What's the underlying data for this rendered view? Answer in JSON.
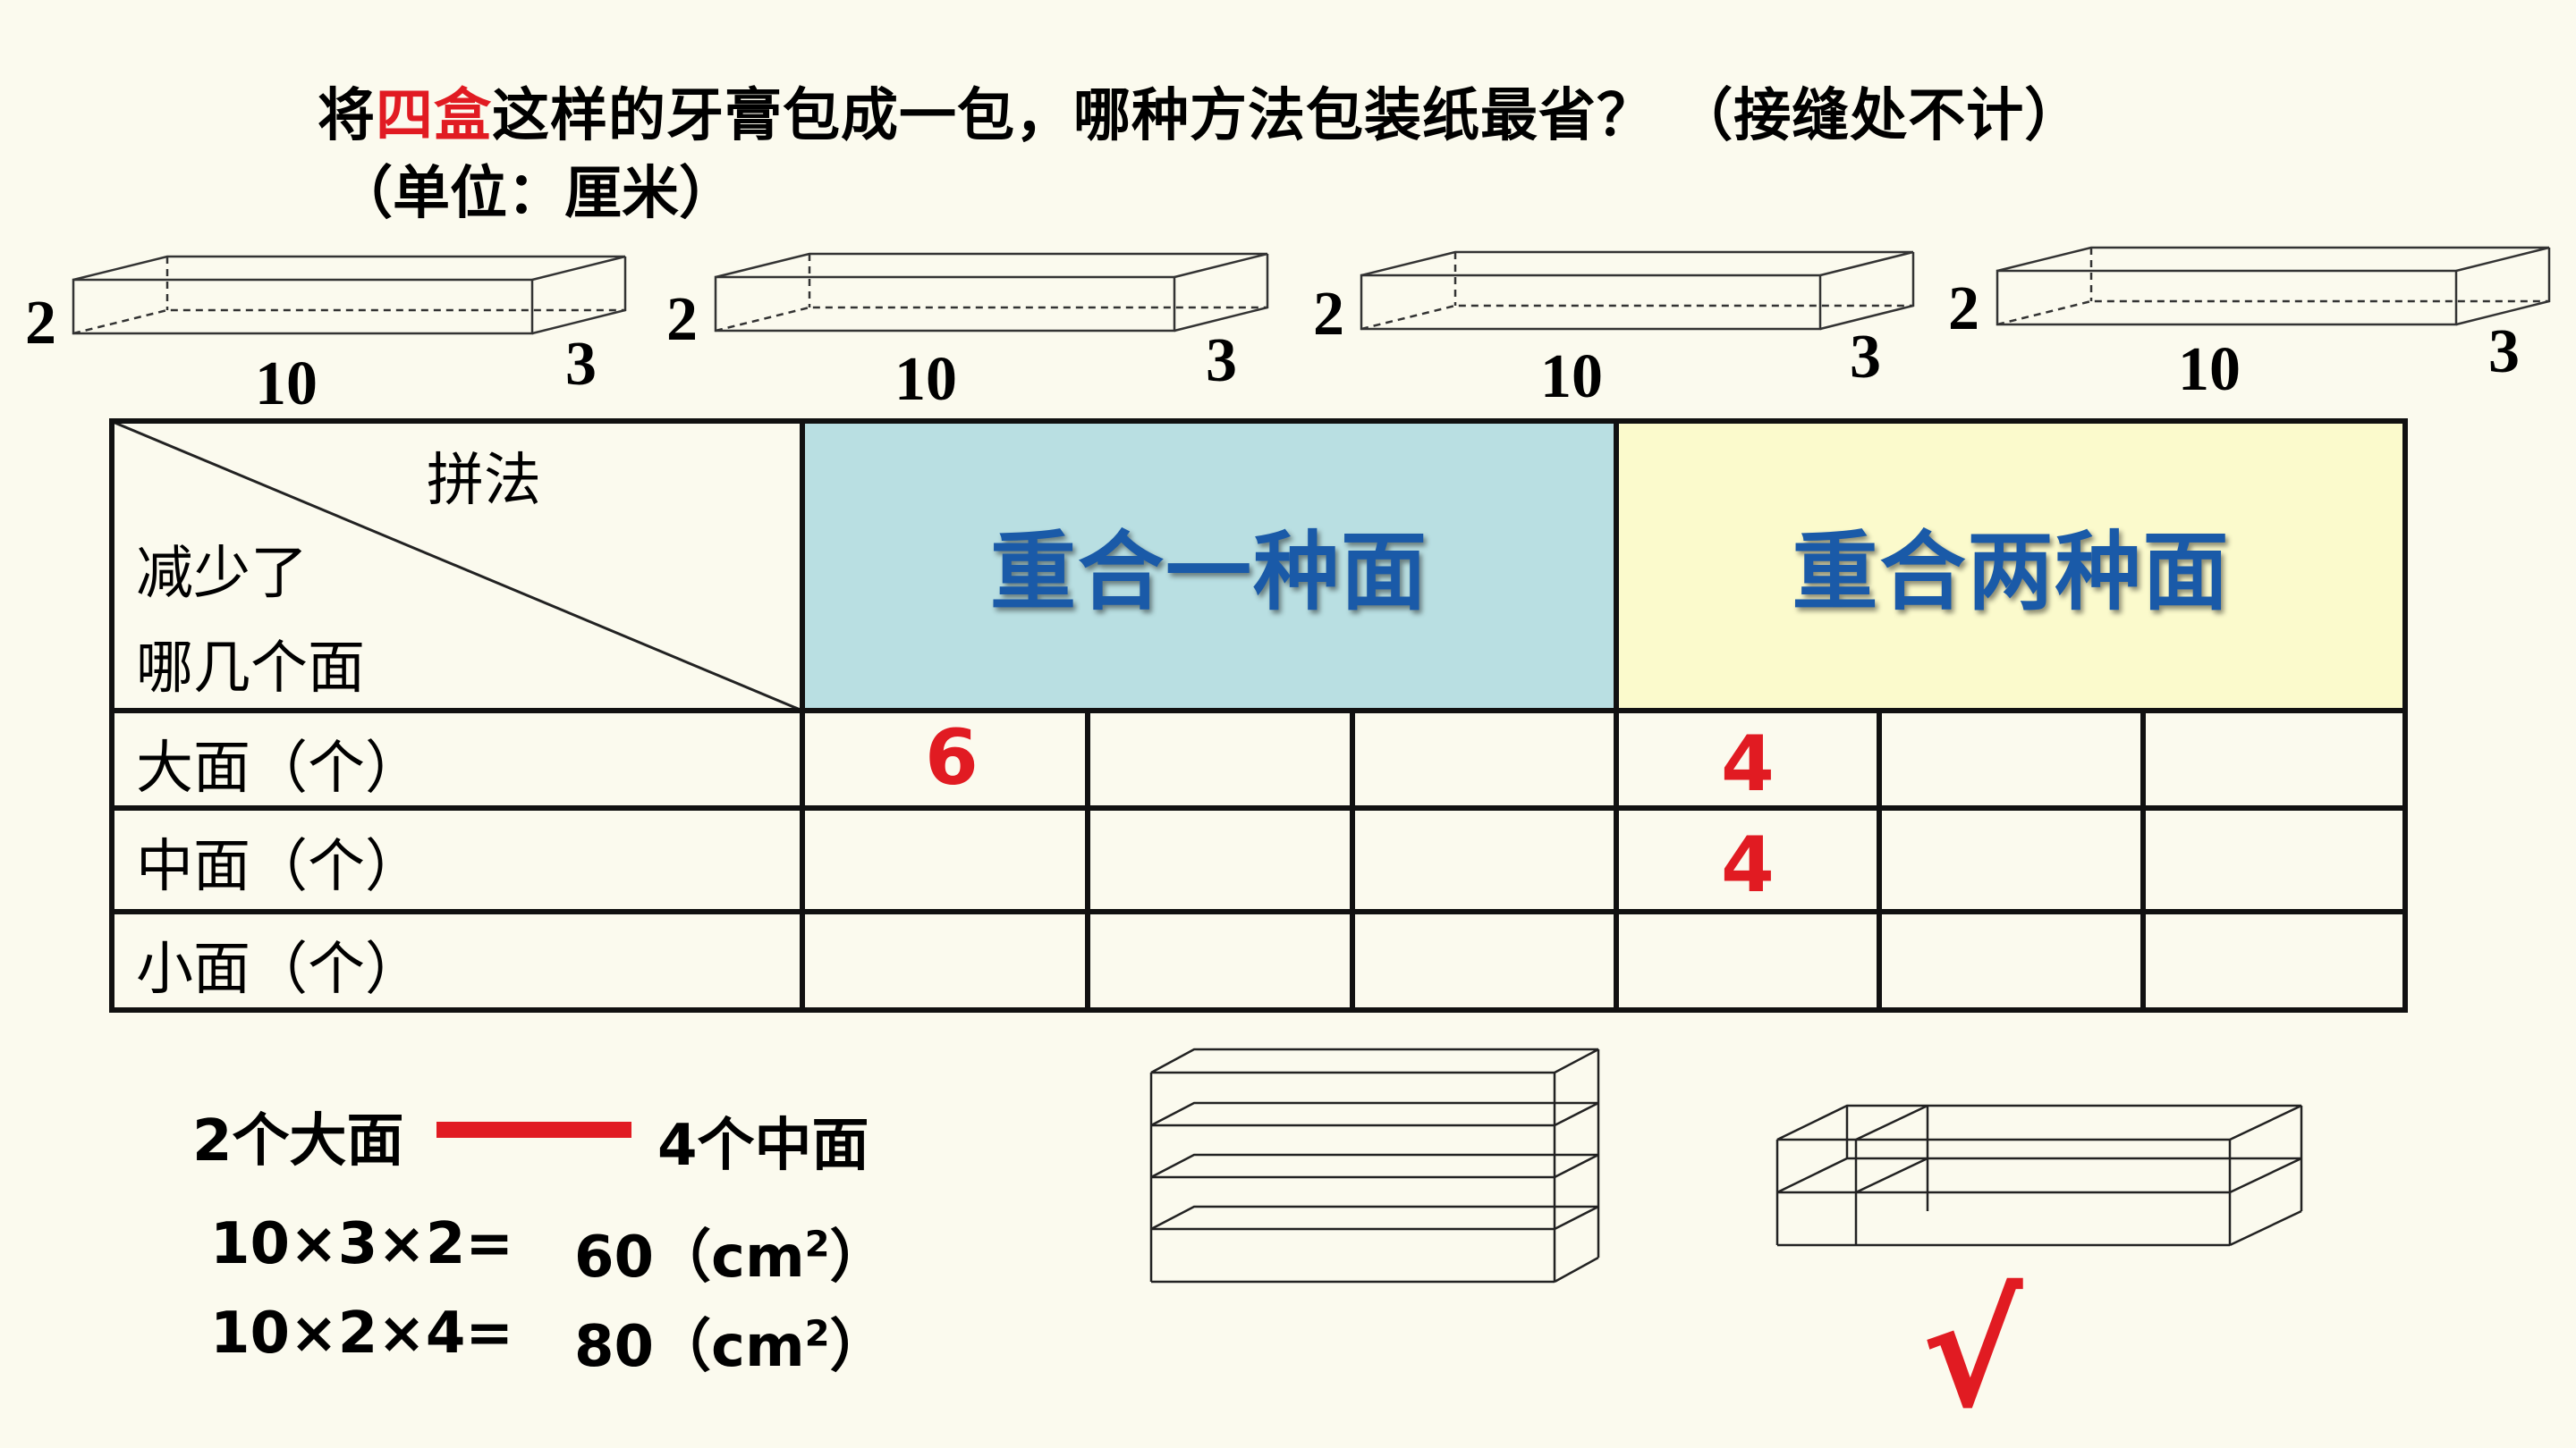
{
  "question": {
    "part1": "将",
    "highlight": "四盒",
    "part2": "这样的牙膏包成一包，哪种方法包装纸最省？ （接缝处不计）",
    "unit": "（单位：厘米）"
  },
  "box_dims": [
    {
      "height": "2",
      "length": "10",
      "width": "3"
    },
    {
      "height": "2",
      "length": "10",
      "width": "3"
    },
    {
      "height": "2",
      "length": "10",
      "width": "3"
    },
    {
      "height": "2",
      "length": "10",
      "width": "3"
    }
  ],
  "table": {
    "diag_top": "拼法",
    "diag_bottom_line1": "减少了",
    "diag_bottom_line2": "哪几个面",
    "header_one": "重合一种面",
    "header_two": "重合两种面",
    "header_one_bg": "#b9dfe2",
    "header_two_bg": "#fbfacc",
    "rows": [
      {
        "label": "大面（个）",
        "values": [
          "6",
          "",
          "",
          "4",
          "",
          ""
        ]
      },
      {
        "label": "中面（个）",
        "values": [
          "",
          "",
          "",
          "4",
          "",
          ""
        ]
      },
      {
        "label": "小面（个）",
        "values": [
          "",
          "",
          "",
          "",
          "",
          ""
        ]
      }
    ]
  },
  "notes": {
    "equiv_left": "2个大面",
    "equiv_right": "4个中面",
    "calc1_expr": "10×3×2=",
    "calc1_result": "60（cm",
    "calc2_expr": "10×2×4=",
    "calc2_result": "80（cm",
    "unit_exp": "2",
    "unit_close": "）"
  },
  "checkmark": "√",
  "colors": {
    "accent_red": "#e11b22",
    "header_text": "#1a5aa8"
  }
}
